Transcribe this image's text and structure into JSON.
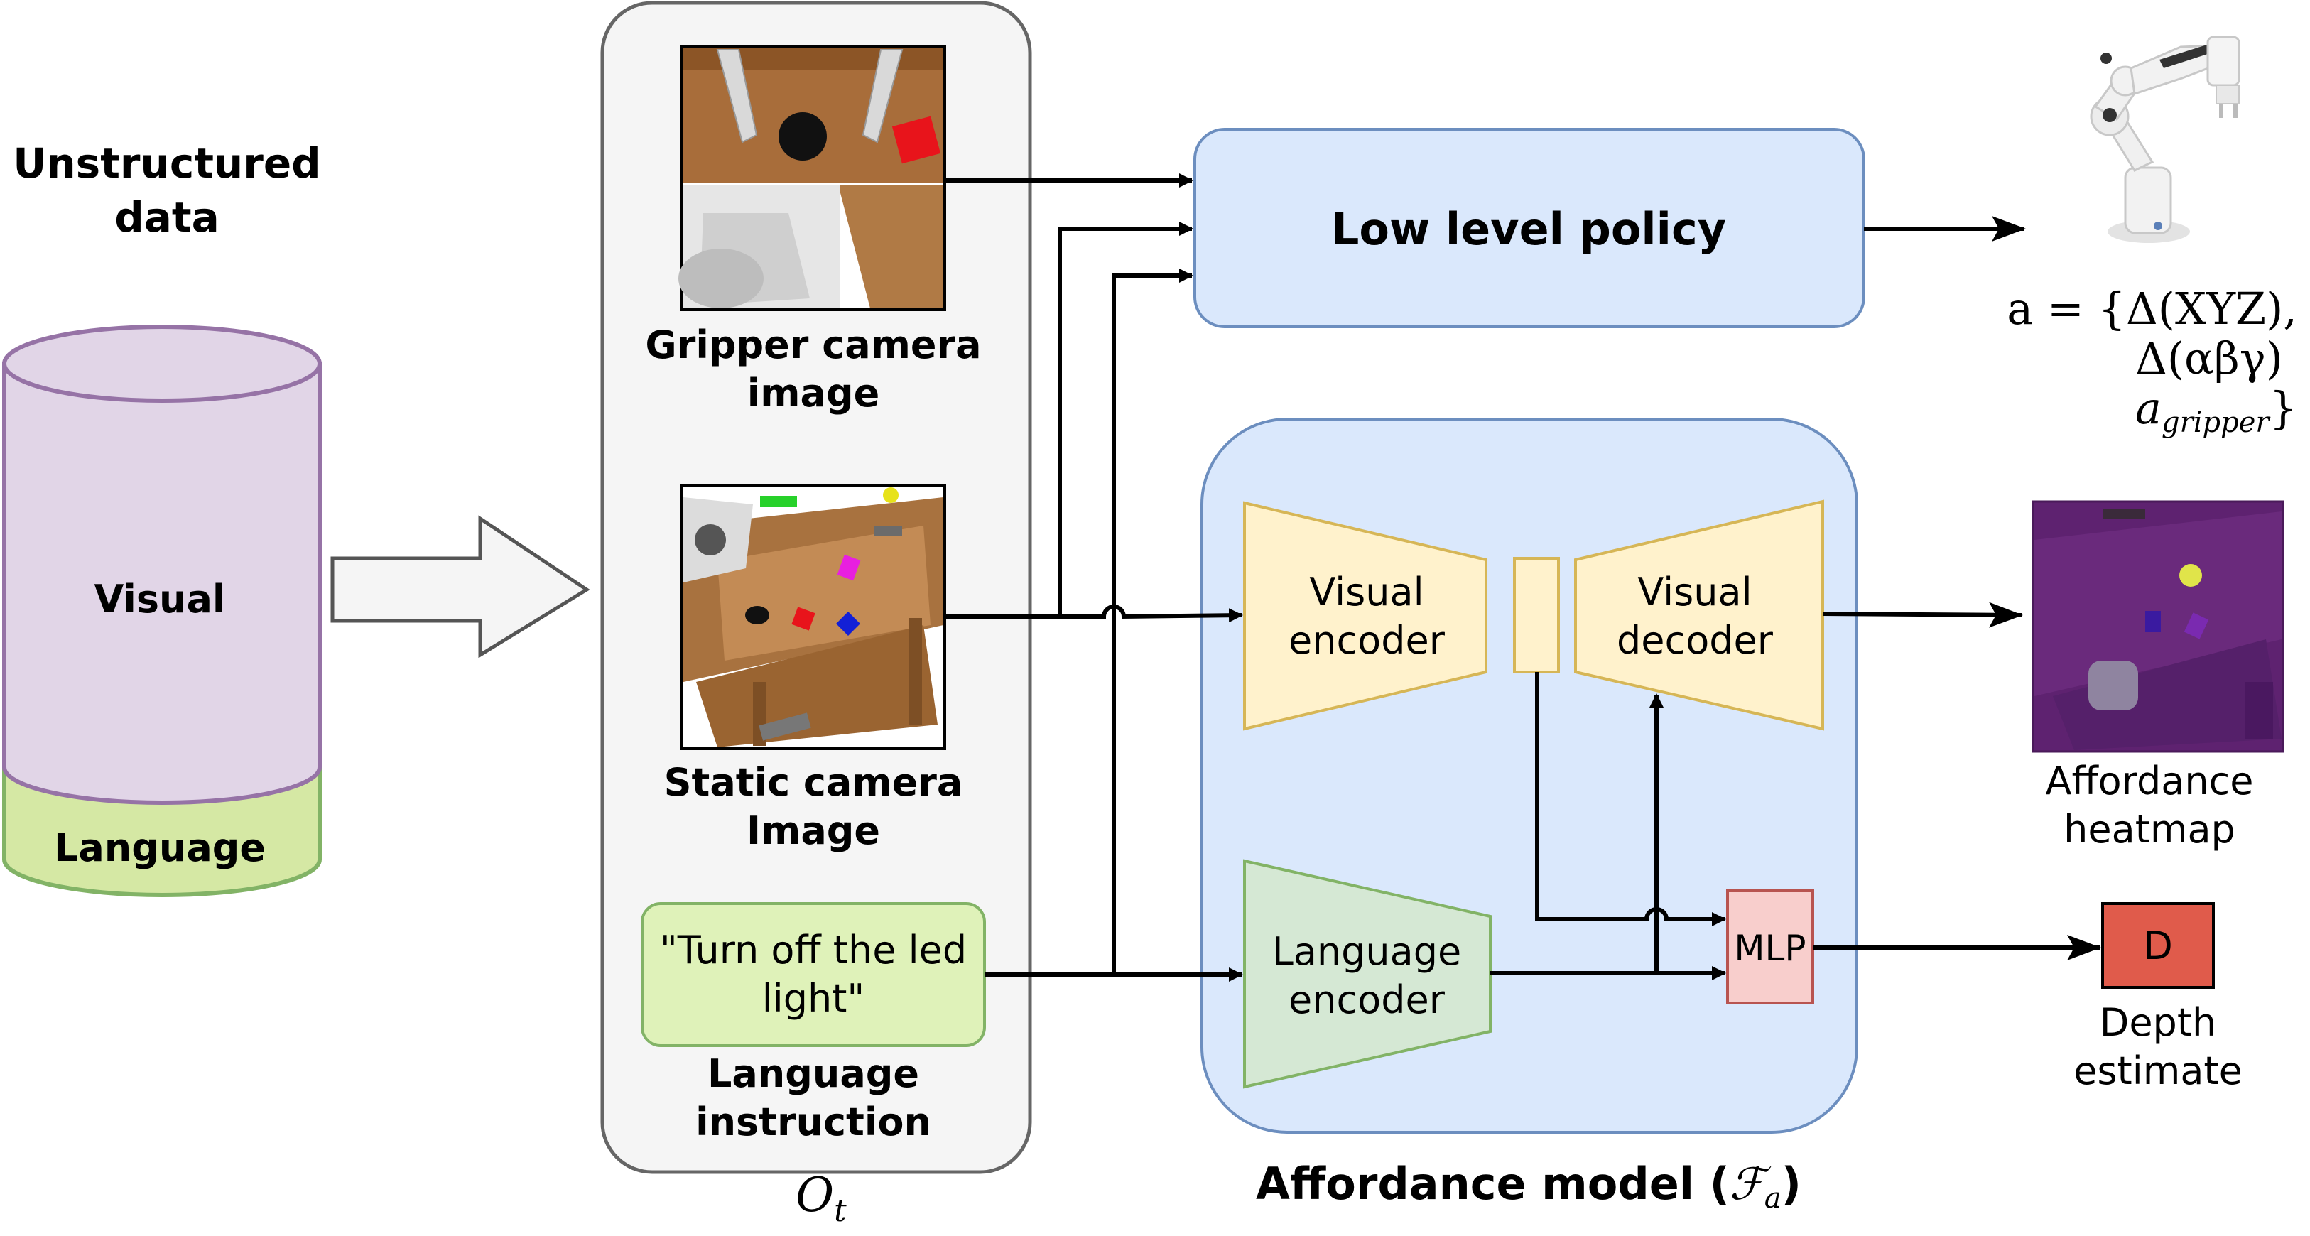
{
  "unstructured": {
    "title_line1": "Unstructured",
    "title_line2": "data",
    "visual_label": "Visual",
    "language_label": "Language"
  },
  "observation": {
    "gripper_caption_line1": "Gripper camera",
    "gripper_caption_line2": "image",
    "static_caption_line1": "Static camera",
    "static_caption_line2": "Image",
    "instruction_text_line1": "\"Turn off the led",
    "instruction_text_line2": "light\"",
    "instruction_caption_line1": "Language",
    "instruction_caption_line2": "instruction",
    "symbol": "O",
    "symbol_sub": "t"
  },
  "policy": {
    "label": "Low level policy",
    "action_line1": "a = {Δ(XYZ),",
    "action_line2": "Δ(αβγ)",
    "action_line3_main": "a",
    "action_line3_sub": "gripper",
    "action_line3_close": "}"
  },
  "affordance_model": {
    "visual_encoder_line1": "Visual",
    "visual_encoder_line2": "encoder",
    "visual_decoder_line1": "Visual",
    "visual_decoder_line2": "decoder",
    "language_encoder_line1": "Language",
    "language_encoder_line2": "encoder",
    "mlp_label": "MLP",
    "title_prefix": "Affordance model (",
    "title_symbol": "ℱ",
    "title_sub": "a",
    "title_suffix": ")"
  },
  "outputs": {
    "heatmap_line1": "Affordance",
    "heatmap_line2": "heatmap",
    "depth_box_label": "D",
    "depth_line1": "Depth",
    "depth_line2": "estimate"
  },
  "colors": {
    "visual_cylinder": "#e1d5e7",
    "cylinder_stroke": "#9673a6",
    "language_band": "#d5e8a4",
    "language_stroke": "#82b366",
    "observation_panel": "#f5f5f5",
    "policy_box": "#dae8fc",
    "policy_stroke": "#6c8ebf",
    "encoder_fill": "#fff2cc",
    "encoder_stroke": "#d6b656",
    "language_encoder_fill": "#d5e8d4",
    "mlp_fill": "#f8cecc",
    "mlp_stroke": "#b85450",
    "depth_box": "#e05b4b",
    "heatmap": "#5e2270"
  }
}
